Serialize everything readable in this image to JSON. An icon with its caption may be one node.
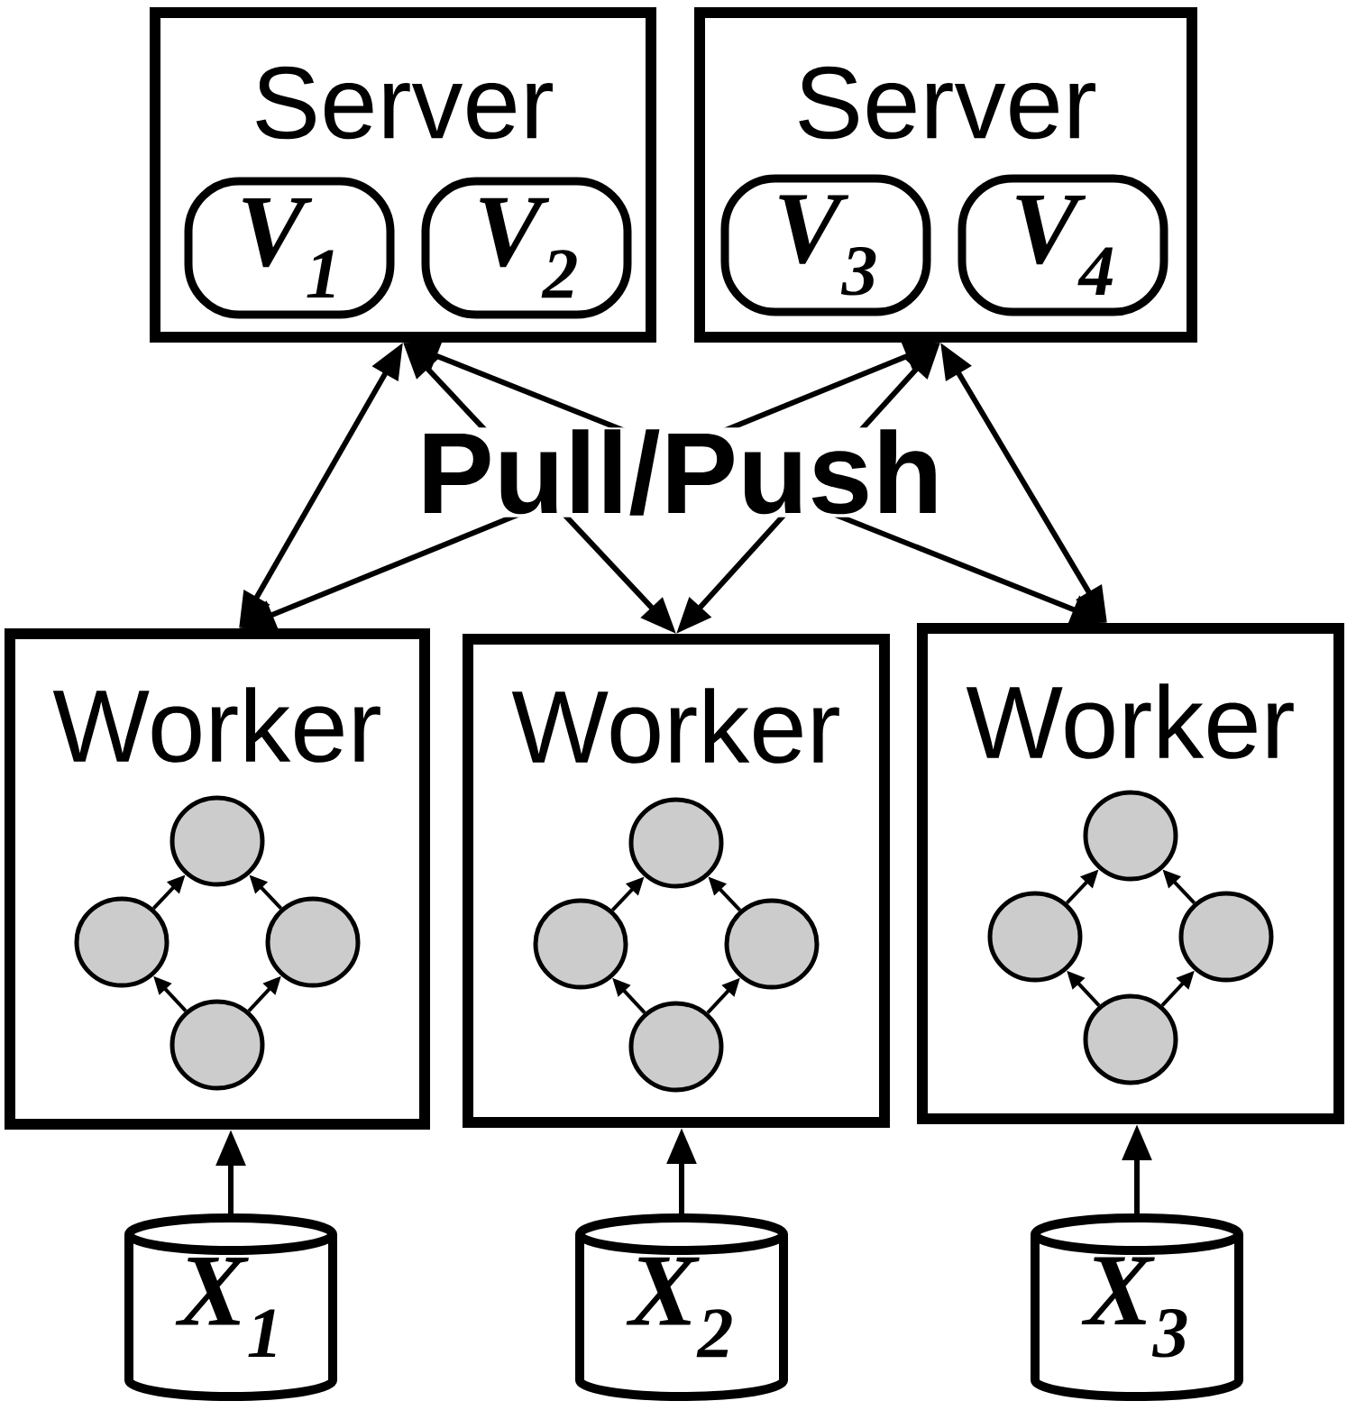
{
  "diagram": {
    "nodes": [
      {
        "text": [
          "Server"
        ]
      },
      {
        "text": [
          "V$_{1}$"
        ],
        "in": 0
      },
      {
        "text": [
          "V$_{2}$"
        ],
        "in": 0
      },
      {
        "text": [
          "Server"
        ]
      },
      {
        "text": [
          "V$_{3}$"
        ],
        "in": 3
      },
      {
        "text": [
          "V$_{4}$"
        ],
        "in": 3
      },
      {
        "text": [
          "Worker"
        ]
      },
      {
        "text": [],
        "shape": "circle",
        "in": 6
      },
      {
        "text": [],
        "shape": "circle",
        "in": 6
      },
      {
        "text": [],
        "shape": "circle",
        "in": 6
      },
      {
        "text": [],
        "shape": "circle",
        "in": 6
      },
      {
        "text": [
          "Worker"
        ]
      },
      {
        "text": [],
        "shape": "circle",
        "in": 11
      },
      {
        "text": [],
        "shape": "circle",
        "in": 11
      },
      {
        "text": [],
        "shape": "circle",
        "in": 11
      },
      {
        "text": [],
        "shape": "circle",
        "in": 11
      },
      {
        "text": [
          "Worker"
        ]
      },
      {
        "text": [],
        "shape": "circle",
        "in": 16
      },
      {
        "text": [],
        "shape": "circle",
        "in": 16
      },
      {
        "text": [],
        "shape": "circle",
        "in": 16
      },
      {
        "text": [],
        "shape": "circle",
        "in": 16
      },
      {
        "text": [
          "X$_{1}$"
        ]
      },
      {
        "text": [
          "X$_{2}$"
        ]
      },
      {
        "text": [
          "X$_{3}$"
        ]
      }
    ],
    "edges": [
      {
        "from": 6,
        "to": 0,
        "arrow": "both"
      },
      {
        "from": 6,
        "to": 3,
        "arrow": "both"
      },
      {
        "from": 11,
        "to": 0,
        "arrow": "both"
      },
      {
        "from": 11,
        "to": 3,
        "arrow": "both"
      },
      {
        "from": 16,
        "to": 0,
        "arrow": "both"
      },
      {
        "from": 16,
        "to": 3,
        "arrow": "both"
      },
      {
        "from": 10,
        "to": 8,
        "arrow": "to"
      },
      {
        "from": 10,
        "to": 9,
        "arrow": "to"
      },
      {
        "from": 8,
        "to": 7,
        "arrow": "to"
      },
      {
        "from": 9,
        "to": 7,
        "arrow": "to"
      },
      {
        "from": 15,
        "to": 13,
        "arrow": "to"
      },
      {
        "from": 15,
        "to": 14,
        "arrow": "to"
      },
      {
        "from": 13,
        "to": 12,
        "arrow": "to"
      },
      {
        "from": 14,
        "to": 12,
        "arrow": "to"
      },
      {
        "from": 20,
        "to": 18,
        "arrow": "to"
      },
      {
        "from": 20,
        "to": 19,
        "arrow": "to"
      },
      {
        "from": 18,
        "to": 17,
        "arrow": "to"
      },
      {
        "from": 19,
        "to": 17,
        "arrow": "to"
      },
      {
        "from": 21,
        "to": 6,
        "arrow": "to"
      },
      {
        "from": 22,
        "to": 11,
        "arrow": "to"
      },
      {
        "from": 23,
        "to": 16,
        "arrow": "to"
      }
    ],
    "labels": [
      "Pull/Push"
    ]
  }
}
